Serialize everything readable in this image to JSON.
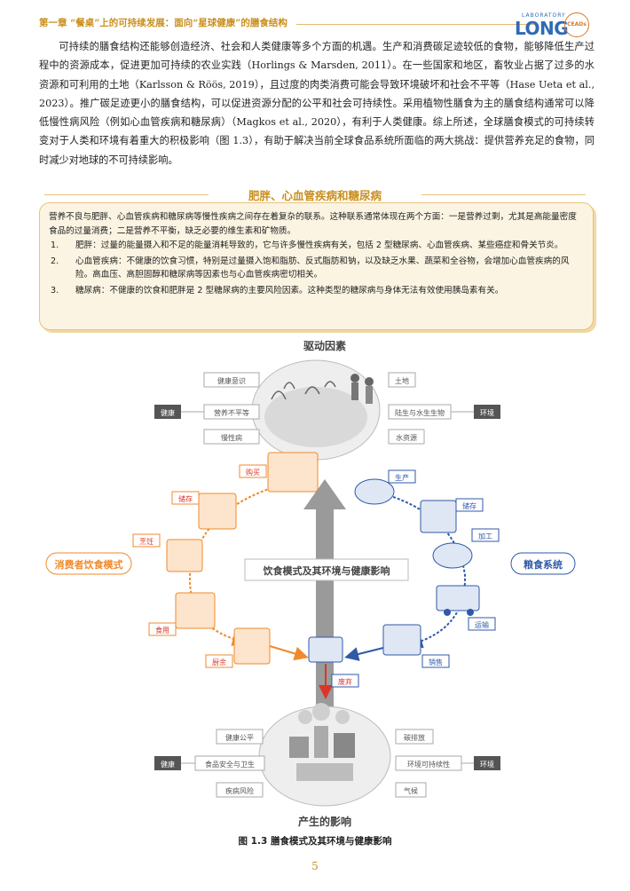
{
  "header": {
    "chapter_title": "第一章 “餐桌”上的可持续发展：面向“星球健康”的膳食结构",
    "logo_small": "LABORATORY",
    "logo_big": "LONG",
    "logo_ceads": "CEADs"
  },
  "body": {
    "paragraph": "可持续的膳食结构还能够创造经济、社会和人类健康等多个方面的机遇。生产和消费碳足迹较低的食物，能够降低生产过程中的资源成本，促进更加可持续的农业实践（Horlings & Marsden, 2011）。在一些国家和地区，畜牧业占据了过多的水资源和可利用的土地（Karlsson & Röös, 2019），且过度的肉类消费可能会导致环境破坏和社会不平等（Hase Ueta et al., 2023）。推广碳足迹更小的膳食结构，可以促进资源分配的公平和社会可持续性。采用植物性膳食为主的膳食结构通常可以降低慢性病风险（例如心血管疾病和糖尿病）（Magkos et al., 2020），有利于人类健康。综上所述，全球膳食模式的可持续转变对于人类和环境有着重大的积极影响（图 1.3），有助于解决当前全球食品系统所面临的两大挑战：提供营养充足的食物，同时减少对地球的不可持续影响。"
  },
  "callout": {
    "title": "肥胖、心血管疾病和糖尿病",
    "intro": "营养不良与肥胖、心血管疾病和糖尿病等慢性疾病之间存在着复杂的联系。这种联系通常体现在两个方面：一是营养过剩，尤其是高能量密度食品的过量消费；二是营养不平衡，缺乏必要的维生素和矿物质。",
    "items": [
      {
        "num": "1.",
        "text": "肥胖：过量的能量摄入和不足的能量消耗导致的，它与许多慢性疾病有关，包括 2 型糖尿病、心血管疾病、某些癌症和骨关节炎。"
      },
      {
        "num": "2.",
        "text": "心血管疾病：不健康的饮食习惯，特别是过量摄入饱和脂肪、反式脂肪和钠，以及缺乏水果、蔬菜和全谷物，会增加心血管疾病的风险。高血压、高胆固醇和糖尿病等因素也与心血管疾病密切相关。"
      },
      {
        "num": "3.",
        "text": "糖尿病：不健康的饮食和肥胖是 2 型糖尿病的主要风险因素。这种类型的糖尿病与身体无法有效使用胰岛素有关。"
      }
    ]
  },
  "figure": {
    "top_title": "驱动因素",
    "bottom_title": "产生的影响",
    "center_label": "饮食模式及其环境与健康影响",
    "left_cycle_label": "消费者饮食模式",
    "right_cycle_label": "粮食系统",
    "top_health_tag": "健康",
    "top_env_tag": "环境",
    "top_health_items": [
      "健康意识",
      "营养不平等",
      "慢性病"
    ],
    "top_env_items": [
      "土地",
      "陆生与水生生物",
      "水资源"
    ],
    "bottom_health_tag": "健康",
    "bottom_env_tag": "环境",
    "bottom_health_items": [
      "健康公平",
      "食品安全与卫生",
      "疾病风险"
    ],
    "bottom_env_items": [
      "碳排放",
      "环境可持续性",
      "气候"
    ],
    "consumer_steps": [
      "购买",
      "储存",
      "烹饪",
      "食用",
      "厨余"
    ],
    "food_system_steps": [
      "生产",
      "储存",
      "加工",
      "运输",
      "销售",
      "废弃"
    ],
    "colors": {
      "orange": "#f08a2c",
      "blue": "#2f5aa8",
      "gray": "#9a9a9a",
      "tag_bg": "#555555"
    }
  },
  "caption": "图 1.3 膳食模式及其环境与健康影响",
  "page_number": "5"
}
